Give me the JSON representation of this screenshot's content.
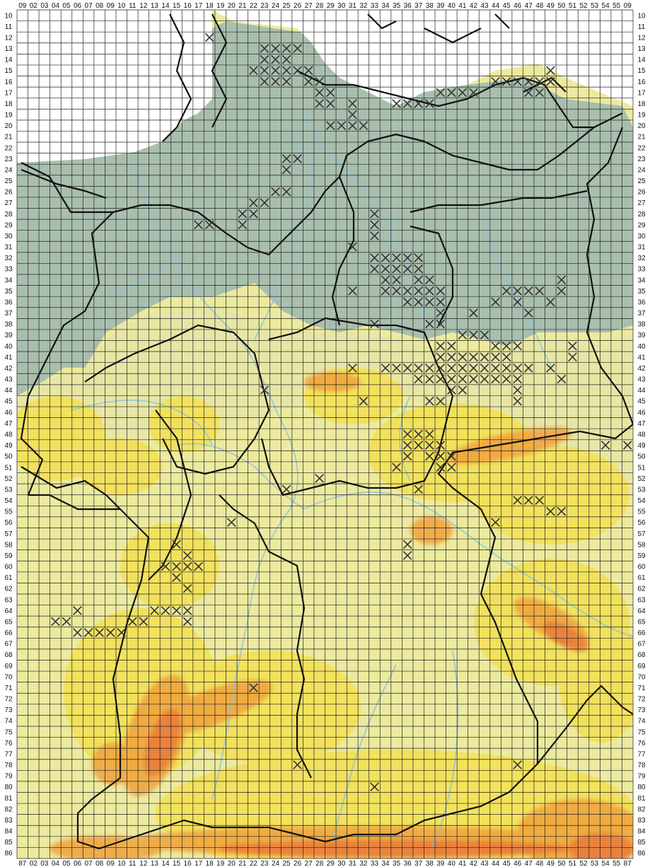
{
  "map": {
    "top_column_labels": [
      "09",
      "02",
      "03",
      "04",
      "05",
      "06",
      "07",
      "08",
      "09",
      "10",
      "11",
      "12",
      "13",
      "14",
      "15",
      "16",
      "17",
      "18",
      "19",
      "20",
      "21",
      "22",
      "23",
      "24",
      "25",
      "26",
      "27",
      "28",
      "29",
      "30",
      "31",
      "32",
      "33",
      "34",
      "35",
      "36",
      "37",
      "38",
      "39",
      "40",
      "41",
      "42",
      "43",
      "44",
      "45",
      "46",
      "47",
      "48",
      "49",
      "50",
      "51",
      "52",
      "53",
      "54",
      "55",
      "09"
    ],
    "bottom_column_labels": [
      "87",
      "02",
      "03",
      "04",
      "05",
      "06",
      "07",
      "08",
      "09",
      "10",
      "11",
      "12",
      "13",
      "14",
      "15",
      "16",
      "17",
      "18",
      "19",
      "20",
      "21",
      "22",
      "23",
      "24",
      "25",
      "26",
      "27",
      "28",
      "29",
      "30",
      "31",
      "32",
      "33",
      "34",
      "35",
      "36",
      "37",
      "38",
      "39",
      "40",
      "41",
      "42",
      "43",
      "44",
      "45",
      "46",
      "47",
      "48",
      "49",
      "50",
      "51",
      "52",
      "53",
      "54",
      "55",
      "87"
    ],
    "row_labels": [
      "10",
      "11",
      "12",
      "13",
      "14",
      "15",
      "16",
      "17",
      "18",
      "19",
      "20",
      "21",
      "22",
      "23",
      "24",
      "25",
      "26",
      "27",
      "28",
      "29",
      "30",
      "31",
      "32",
      "33",
      "34",
      "35",
      "36",
      "37",
      "38",
      "39",
      "40",
      "41",
      "42",
      "43",
      "44",
      "45",
      "46",
      "47",
      "48",
      "49",
      "50",
      "51",
      "52",
      "53",
      "54",
      "55",
      "56",
      "57",
      "58",
      "59",
      "60",
      "61",
      "62",
      "63",
      "64",
      "65",
      "66",
      "67",
      "68",
      "69",
      "70",
      "71",
      "72",
      "73",
      "74",
      "75",
      "76",
      "77",
      "78",
      "79",
      "80",
      "81",
      "82",
      "83",
      "84",
      "85",
      "86"
    ],
    "elevation_colors": {
      "lowland": "#a9bfae",
      "sea": "#ffffff",
      "hill": "#e6e39a",
      "upland": "#f2e05a",
      "mountain": "#f0a13c",
      "high_mountain": "#e9753a",
      "river": "#8cc3e0",
      "border": "#111111",
      "grid": "#222222",
      "mark": "#333333"
    },
    "occurrence_cells": [
      [
        18,
        12
      ],
      [
        23,
        13
      ],
      [
        24,
        13
      ],
      [
        25,
        13
      ],
      [
        26,
        13
      ],
      [
        23,
        14
      ],
      [
        24,
        14
      ],
      [
        25,
        14
      ],
      [
        22,
        15
      ],
      [
        23,
        15
      ],
      [
        24,
        15
      ],
      [
        25,
        15
      ],
      [
        26,
        15
      ],
      [
        27,
        15
      ],
      [
        23,
        16
      ],
      [
        24,
        16
      ],
      [
        25,
        16
      ],
      [
        27,
        16
      ],
      [
        28,
        16
      ],
      [
        28,
        17
      ],
      [
        29,
        17
      ],
      [
        28,
        18
      ],
      [
        29,
        18
      ],
      [
        31,
        18
      ],
      [
        31,
        19
      ],
      [
        29,
        20
      ],
      [
        30,
        20
      ],
      [
        31,
        20
      ],
      [
        32,
        20
      ],
      [
        35,
        18
      ],
      [
        36,
        18
      ],
      [
        37,
        18
      ],
      [
        38,
        18
      ],
      [
        39,
        17
      ],
      [
        40,
        17
      ],
      [
        41,
        17
      ],
      [
        42,
        17
      ],
      [
        44,
        16
      ],
      [
        45,
        16
      ],
      [
        46,
        16
      ],
      [
        47,
        16
      ],
      [
        48,
        16
      ],
      [
        49,
        16
      ],
      [
        47,
        17
      ],
      [
        48,
        17
      ],
      [
        49,
        15
      ],
      [
        25,
        23
      ],
      [
        26,
        23
      ],
      [
        25,
        24
      ],
      [
        24,
        26
      ],
      [
        25,
        26
      ],
      [
        22,
        27
      ],
      [
        23,
        27
      ],
      [
        21,
        28
      ],
      [
        22,
        28
      ],
      [
        21,
        29
      ],
      [
        17,
        29
      ],
      [
        18,
        29
      ],
      [
        33,
        28
      ],
      [
        33,
        29
      ],
      [
        33,
        30
      ],
      [
        31,
        31
      ],
      [
        33,
        32
      ],
      [
        34,
        32
      ],
      [
        35,
        32
      ],
      [
        36,
        32
      ],
      [
        37,
        32
      ],
      [
        33,
        33
      ],
      [
        34,
        33
      ],
      [
        35,
        33
      ],
      [
        36,
        33
      ],
      [
        37,
        33
      ],
      [
        34,
        34
      ],
      [
        35,
        34
      ],
      [
        37,
        34
      ],
      [
        38,
        34
      ],
      [
        34,
        35
      ],
      [
        35,
        35
      ],
      [
        36,
        35
      ],
      [
        37,
        35
      ],
      [
        38,
        35
      ],
      [
        39,
        35
      ],
      [
        31,
        35
      ],
      [
        36,
        36
      ],
      [
        37,
        36
      ],
      [
        38,
        36
      ],
      [
        39,
        36
      ],
      [
        39,
        37
      ],
      [
        38,
        38
      ],
      [
        39,
        38
      ],
      [
        33,
        38
      ],
      [
        39,
        40
      ],
      [
        40,
        40
      ],
      [
        39,
        41
      ],
      [
        40,
        41
      ],
      [
        41,
        41
      ],
      [
        42,
        41
      ],
      [
        43,
        41
      ],
      [
        44,
        41
      ],
      [
        45,
        41
      ],
      [
        46,
        40
      ],
      [
        36,
        42
      ],
      [
        37,
        42
      ],
      [
        38,
        42
      ],
      [
        39,
        42
      ],
      [
        40,
        42
      ],
      [
        41,
        42
      ],
      [
        42,
        42
      ],
      [
        43,
        42
      ],
      [
        44,
        42
      ],
      [
        45,
        42
      ],
      [
        46,
        42
      ],
      [
        47,
        42
      ],
      [
        31,
        42
      ],
      [
        35,
        42
      ],
      [
        34,
        42
      ],
      [
        37,
        43
      ],
      [
        38,
        43
      ],
      [
        39,
        43
      ],
      [
        40,
        43
      ],
      [
        41,
        43
      ],
      [
        42,
        43
      ],
      [
        43,
        43
      ],
      [
        44,
        43
      ],
      [
        45,
        43
      ],
      [
        46,
        43
      ],
      [
        46,
        44
      ],
      [
        40,
        44
      ],
      [
        41,
        44
      ],
      [
        38,
        45
      ],
      [
        39,
        45
      ],
      [
        46,
        45
      ],
      [
        32,
        45
      ],
      [
        41,
        39
      ],
      [
        42,
        39
      ],
      [
        43,
        39
      ],
      [
        44,
        40
      ],
      [
        45,
        40
      ],
      [
        51,
        40
      ],
      [
        51,
        41
      ],
      [
        49,
        42
      ],
      [
        50,
        43
      ],
      [
        45,
        35
      ],
      [
        46,
        35
      ],
      [
        47,
        35
      ],
      [
        48,
        35
      ],
      [
        44,
        36
      ],
      [
        46,
        36
      ],
      [
        49,
        36
      ],
      [
        47,
        37
      ],
      [
        42,
        37
      ],
      [
        50,
        34
      ],
      [
        50,
        35
      ],
      [
        36,
        48
      ],
      [
        37,
        48
      ],
      [
        38,
        48
      ],
      [
        36,
        49
      ],
      [
        37,
        49
      ],
      [
        38,
        49
      ],
      [
        39,
        49
      ],
      [
        38,
        50
      ],
      [
        39,
        50
      ],
      [
        40,
        50
      ],
      [
        36,
        50
      ],
      [
        39,
        51
      ],
      [
        40,
        51
      ],
      [
        35,
        51
      ],
      [
        54,
        49
      ],
      [
        56,
        49
      ],
      [
        28,
        52
      ],
      [
        25,
        53
      ],
      [
        20,
        56
      ],
      [
        15,
        58
      ],
      [
        16,
        59
      ],
      [
        14,
        60
      ],
      [
        15,
        60
      ],
      [
        16,
        60
      ],
      [
        17,
        60
      ],
      [
        15,
        61
      ],
      [
        16,
        62
      ],
      [
        15,
        64
      ],
      [
        16,
        64
      ],
      [
        13,
        64
      ],
      [
        14,
        64
      ],
      [
        12,
        65
      ],
      [
        11,
        65
      ],
      [
        10,
        66
      ],
      [
        9,
        66
      ],
      [
        8,
        66
      ],
      [
        7,
        66
      ],
      [
        6,
        66
      ],
      [
        4,
        65
      ],
      [
        5,
        65
      ],
      [
        6,
        64
      ],
      [
        16,
        65
      ],
      [
        46,
        54
      ],
      [
        47,
        54
      ],
      [
        48,
        54
      ],
      [
        49,
        55
      ],
      [
        50,
        55
      ],
      [
        44,
        56
      ],
      [
        23,
        44
      ],
      [
        36,
        59
      ],
      [
        22,
        71
      ],
      [
        26,
        78
      ],
      [
        33,
        80
      ],
      [
        46,
        78
      ],
      [
        37,
        53
      ],
      [
        36,
        58
      ]
    ]
  }
}
